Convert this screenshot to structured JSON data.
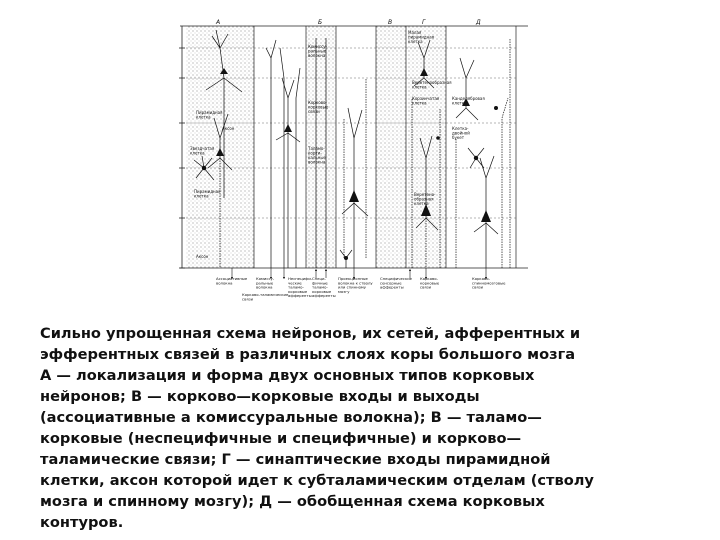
{
  "figure": {
    "panel_letters": [
      "А",
      "Б",
      "В",
      "Г",
      "Д"
    ],
    "cell_labels": {
      "pyramidal_cell": [
        "Пирамидная",
        "клетка"
      ],
      "stellate_cell": [
        "Звездчатая",
        "клетка"
      ],
      "axon": "Аксон",
      "pyramidal_cell_2": [
        "Пирамидная",
        "клетка"
      ],
      "axon_2": "Аксон",
      "commissural": [
        "Комиссу-",
        "ральные",
        "волокна"
      ],
      "cortico_cortical": [
        "Корково-",
        "корковые",
        "связи"
      ],
      "thalamo_cortical": [
        "Таламо-",
        "корти-",
        "кальные",
        "волокна"
      ],
      "small_pyramid": [
        "Малая",
        "пирамидная",
        "клетка"
      ],
      "spindle_cell": [
        "Веретенообразная",
        "клетка"
      ],
      "basket_cell": [
        "Корзинчатая",
        "клетка"
      ],
      "candelabra_cell": [
        "Канделябровая",
        "клетка"
      ],
      "double_bouquet": [
        "Клетка-",
        "двойной",
        "букет"
      ],
      "spindle_cell_2": [
        "Веретено-",
        "образная",
        "клетка"
      ]
    },
    "bottom_labels": {
      "assoc_fibers": [
        "Ассоциативные",
        "волокна"
      ],
      "commissural_fibers": [
        "Комиссу-",
        "ральные",
        "волокна"
      ],
      "cortico_thalamic": [
        "Корково-таламические",
        "связи"
      ],
      "nonspecific": [
        "Неспецифи-",
        "ческие",
        "таламо-",
        "корковые",
        "афференты"
      ],
      "specific": [
        "Специ-",
        "фичные",
        "таламо-",
        "корковые",
        "афференты"
      ],
      "projection_to_cortex": [
        "Проекционные",
        "волокна к стволу",
        "или спинному",
        "мозгу"
      ],
      "specific_afferents": [
        "Специфические",
        "сенсорные",
        "афференты"
      ],
      "cortico_cortical_bottom": [
        "Корково-",
        "корковые",
        "связи"
      ],
      "cortico_spinal": [
        "Корково-",
        "спинномозговые",
        "связи"
      ]
    }
  },
  "caption": {
    "lines": [
      "Сильно упрощенная схема нейронов, их сетей, афферентных и",
      "эфферентных связей в различных слоях коры большого мозга",
      "А — локализация и форма двух основных типов корковых",
      "нейронов; В — корково—корковые входы и выходы",
      "(ассоциативные а комиссуральные волокна); В — таламо—",
      "корковые (неспецифичные и специфичные) и корково—",
      "таламические связи; Г — синаптические входы пирамидной",
      "клетки, аксон которой идет к субталамическим отделам (стволу",
      "мозга и спинному мозгу); Д — обобщенная схема корковых",
      "контуров."
    ]
  }
}
